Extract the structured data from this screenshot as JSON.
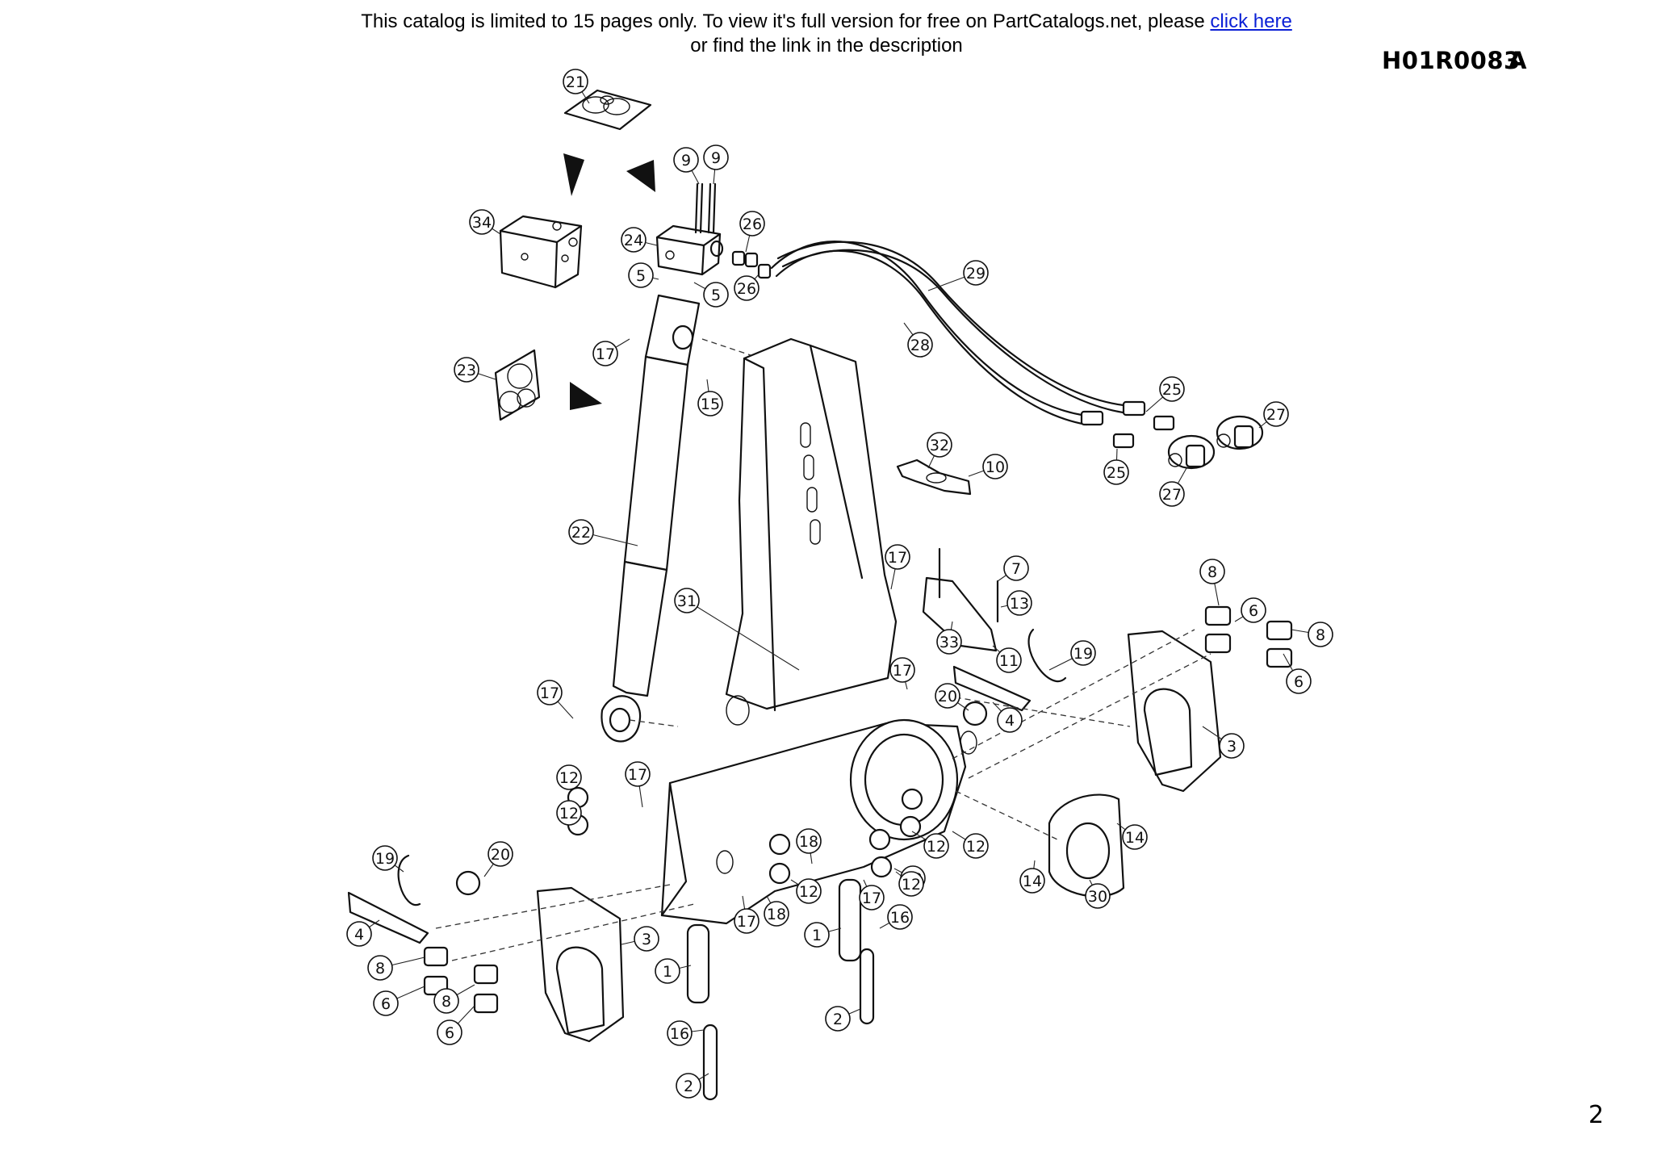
{
  "notice": {
    "line1_text": "This catalog is limited to 15 pages only. To view it's full version for free on PartCatalogs.net, please",
    "link_label": "click here",
    "line2_text": "or find the link in the description"
  },
  "drawing_code": "H01R0083",
  "drawing_revision": "A",
  "page_number": "2",
  "callouts": [
    {
      "label": "21"
    },
    {
      "label": "9"
    },
    {
      "label": "9"
    },
    {
      "label": "34"
    },
    {
      "label": "24"
    },
    {
      "label": "26"
    },
    {
      "label": "26"
    },
    {
      "label": "5"
    },
    {
      "label": "5"
    },
    {
      "label": "29"
    },
    {
      "label": "28"
    },
    {
      "label": "17"
    },
    {
      "label": "23"
    },
    {
      "label": "15"
    },
    {
      "label": "25"
    },
    {
      "label": "27"
    },
    {
      "label": "25"
    },
    {
      "label": "27"
    },
    {
      "label": "32"
    },
    {
      "label": "10"
    },
    {
      "label": "22"
    },
    {
      "label": "17"
    },
    {
      "label": "7"
    },
    {
      "label": "13"
    },
    {
      "label": "8"
    },
    {
      "label": "6"
    },
    {
      "label": "8"
    },
    {
      "label": "6"
    },
    {
      "label": "31"
    },
    {
      "label": "33"
    },
    {
      "label": "17"
    },
    {
      "label": "11"
    },
    {
      "label": "19"
    },
    {
      "label": "20"
    },
    {
      "label": "4"
    },
    {
      "label": "17"
    },
    {
      "label": "3"
    },
    {
      "label": "12"
    },
    {
      "label": "17"
    },
    {
      "label": "12"
    },
    {
      "label": "18"
    },
    {
      "label": "12"
    },
    {
      "label": "12"
    },
    {
      "label": "12"
    },
    {
      "label": "14"
    },
    {
      "label": "19"
    },
    {
      "label": "20"
    },
    {
      "label": "12"
    },
    {
      "label": "17"
    },
    {
      "label": "12"
    },
    {
      "label": "14"
    },
    {
      "label": "30"
    },
    {
      "label": "18"
    },
    {
      "label": "17"
    },
    {
      "label": "16"
    },
    {
      "label": "4"
    },
    {
      "label": "3"
    },
    {
      "label": "1"
    },
    {
      "label": "1"
    },
    {
      "label": "8"
    },
    {
      "label": "6"
    },
    {
      "label": "8"
    },
    {
      "label": "6"
    },
    {
      "label": "2"
    },
    {
      "label": "16"
    },
    {
      "label": "2"
    }
  ]
}
